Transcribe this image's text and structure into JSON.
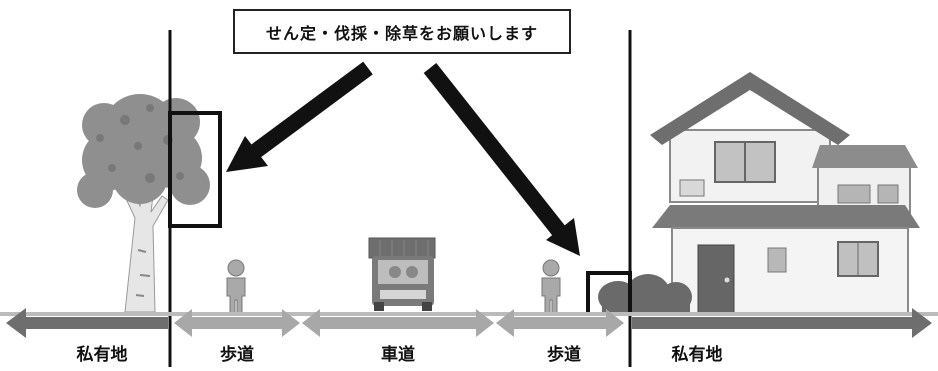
{
  "notice": "せん定・伐採・除草をお願いします",
  "labels": {
    "private_left": "私有地",
    "sidewalk_left": "歩道",
    "roadway": "車道",
    "sidewalk_right": "歩道",
    "private_right": "私有地"
  }
}
